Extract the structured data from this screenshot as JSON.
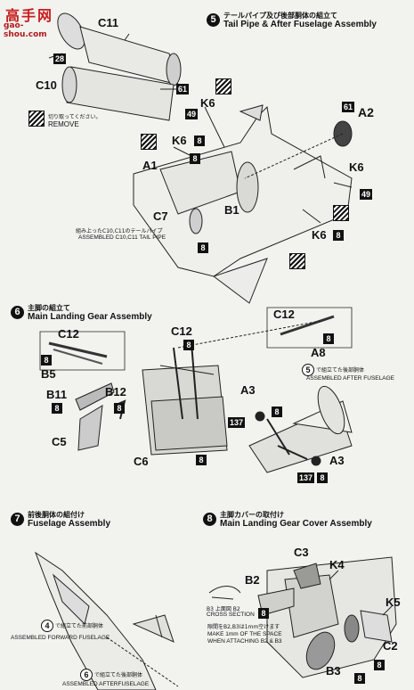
{
  "watermark": {
    "logo_chars": "高手网",
    "url": "gao-shou.com"
  },
  "steps": [
    {
      "number": "5",
      "title_jp": "テールパイプ及び後部胴体の組立て",
      "title_en": "Tail Pipe & After Fuselage Assembly"
    },
    {
      "number": "6",
      "title_jp": "主脚の組立て",
      "title_en": "Main Landing Gear Assembly"
    },
    {
      "number": "7",
      "title_jp": "前後胴体の組付け",
      "title_en": "Fuselage Assembly"
    },
    {
      "number": "8",
      "title_jp": "主脚カバーの取付け",
      "title_en": "Main Landing Gear Cover Assembly"
    }
  ],
  "remove_note": {
    "jp": "切り取ってください。",
    "en": "REMOVE"
  },
  "step5": {
    "parts": [
      "C11",
      "C10",
      "K6",
      "K6",
      "A1",
      "C7",
      "B1",
      "A2",
      "K6",
      "K6"
    ],
    "colors": [
      "28",
      "61",
      "49",
      "8",
      "8",
      "61",
      "49",
      "8"
    ],
    "note_jp": "組み上ったC10,C11のテールパイプ",
    "note_en": "ASSEMBLED C10,C11 TAIL PIPE"
  },
  "step6": {
    "parts": [
      "C12",
      "B5",
      "C12",
      "B11",
      "B12",
      "C5",
      "C6",
      "C12",
      "A8",
      "A3",
      "A3"
    ],
    "colors": [
      "8",
      "8",
      "8",
      "8",
      "8",
      "8",
      "8",
      "137",
      "137",
      "8"
    ],
    "ref_step": "5",
    "ref_jp": "で組立てた後部胴体",
    "ref_en": "ASSEMBLED AFTER FUSELAGE"
  },
  "step7": {
    "ref1_step": "4",
    "ref1_jp": "で組立てた前部胴体",
    "ref1_en": "ASSEMBLED FORWARD FUSELAGE",
    "ref2_step": "6",
    "ref2_jp": "で組立てた後部胴体",
    "ref2_en": "ASSEMBLED AFTERFUSELAGE"
  },
  "step8": {
    "parts": [
      "C3",
      "K4",
      "B2",
      "K5",
      "C2",
      "B3"
    ],
    "colors": [
      "8",
      "8",
      "8"
    ],
    "cross_jp": "B3 上面図 B2",
    "cross_en": "CROSS SECTION",
    "space_jp": "隙間をB2,B3は1mm空けます",
    "space_en_1": "MAKE 1mm OF THE SPACE",
    "space_en_2": "WHEN ATTACHING B2 & B3"
  },
  "colors": {
    "ink": "#111111",
    "paper": "#f2f2ef",
    "logo_red": "#c81e1e"
  }
}
